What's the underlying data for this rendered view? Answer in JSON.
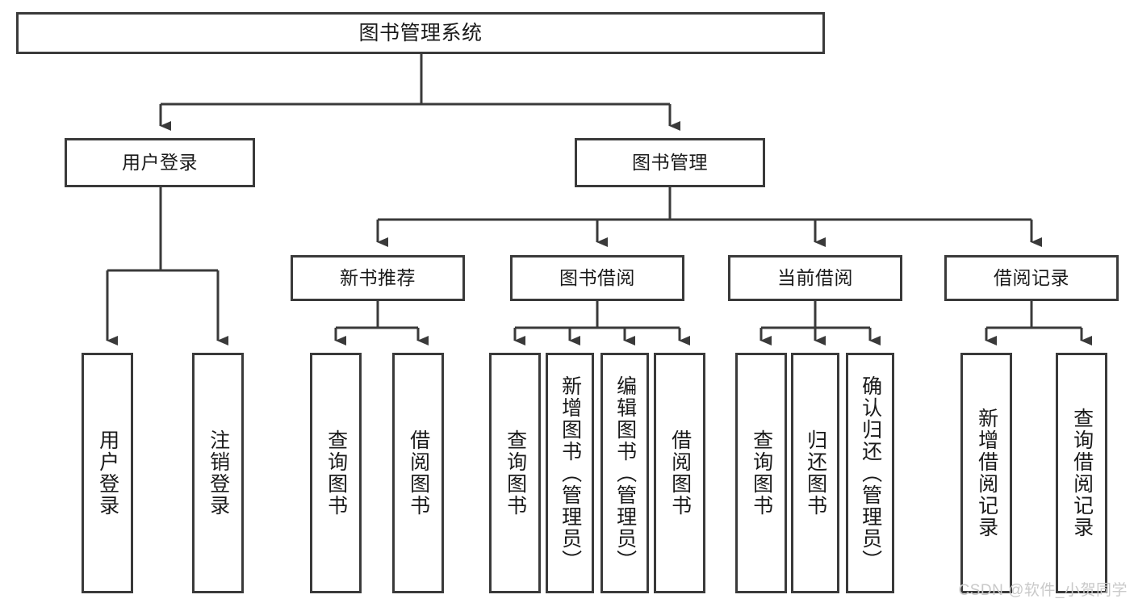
{
  "diagram": {
    "title": "图书管理系统",
    "type": "tree-hierarchy-diagram",
    "root": {
      "label": "图书管理系统"
    },
    "level2": [
      {
        "label": "用户登录"
      },
      {
        "label": "图书管理"
      }
    ],
    "level3": [
      {
        "label": "新书推荐"
      },
      {
        "label": "图书借阅"
      },
      {
        "label": "当前借阅"
      },
      {
        "label": "借阅记录"
      }
    ],
    "leaves": {
      "user_login": [
        {
          "label": "用户登录"
        },
        {
          "label": "注销登录"
        }
      ],
      "new_book_recommend": [
        {
          "label": "查询图书"
        },
        {
          "label": "借阅图书"
        }
      ],
      "book_borrow": [
        {
          "label": "查询图书"
        },
        {
          "label": "新增图书（管理员）"
        },
        {
          "label": "编辑图书（管理员）"
        },
        {
          "label": "借阅图书"
        }
      ],
      "current_borrow": [
        {
          "label": "查询图书"
        },
        {
          "label": "归还图书"
        },
        {
          "label": "确认归还（管理员）"
        }
      ],
      "borrow_record": [
        {
          "label": "新增借阅记录"
        },
        {
          "label": "查询借阅记录"
        }
      ]
    }
  },
  "watermark": {
    "text": "CSDN @软件_小贺同学"
  },
  "colors": {
    "box_border": "#3a3a3a",
    "box_fill": "#ffffff",
    "line": "#3a3a3a",
    "text": "#1a1a1a",
    "watermark": "#c9c9c9",
    "background": "#ffffff"
  }
}
